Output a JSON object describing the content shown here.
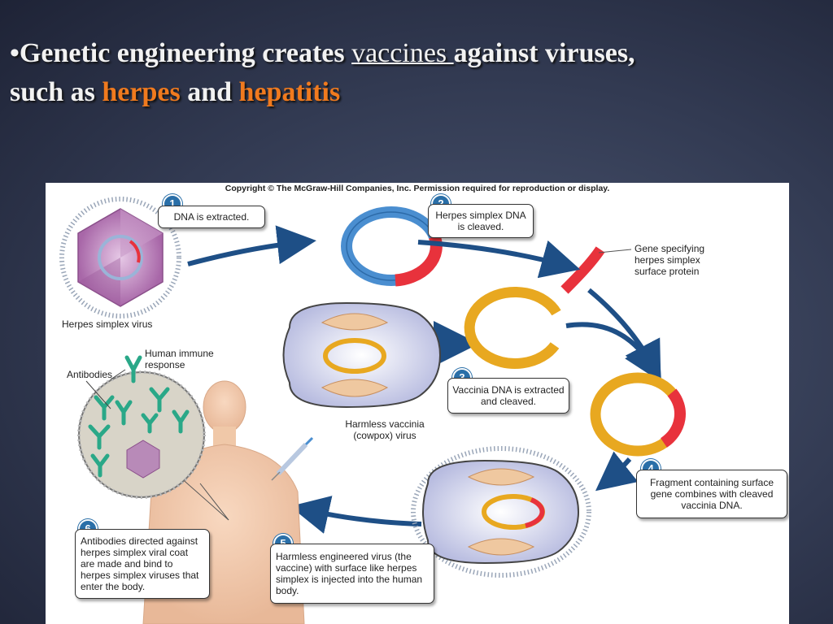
{
  "slide": {
    "title_bullet": "•",
    "title_part1": "Genetic engineering creates ",
    "title_underlined": "vaccines ",
    "title_part2": "against viruses,",
    "title_line2_start": "such as ",
    "title_highlight1": "herpes",
    "title_and": " and ",
    "title_highlight2": "hepatitis"
  },
  "figure": {
    "copyright": "Copyright © The McGraw-Hill Companies, Inc. Permission required for reproduction or display.",
    "steps": [
      {
        "number": "1",
        "text": "DNA is extracted."
      },
      {
        "number": "2",
        "text": "Herpes simplex DNA is cleaved."
      },
      {
        "number": "3",
        "text": "Vaccinia DNA is extracted and cleaved."
      },
      {
        "number": "4",
        "text": "Fragment containing surface gene combines with cleaved vaccinia DNA."
      },
      {
        "number": "5",
        "text": "Harmless engineered virus (the vaccine) with surface like herpes simplex is injected into the human body."
      },
      {
        "number": "6",
        "text": "Antibodies directed against herpes simplex viral coat are made and bind to herpes simplex viruses that enter the body."
      }
    ],
    "labels": {
      "herpes_virus": "Herpes simplex virus",
      "gene": "Gene specifying herpes simplex surface protein",
      "vaccinia": "Harmless vaccinia (cowpox) virus",
      "immune": "Human immune response",
      "antibodies": "Antibodies"
    },
    "colors": {
      "herpes_dna": "#e8323c",
      "plasmid_blue": "#4a8ed0",
      "vaccinia_dna": "#e8a820",
      "arrow": "#1e4f86",
      "step_badge": "#2a6fa8"
    }
  }
}
